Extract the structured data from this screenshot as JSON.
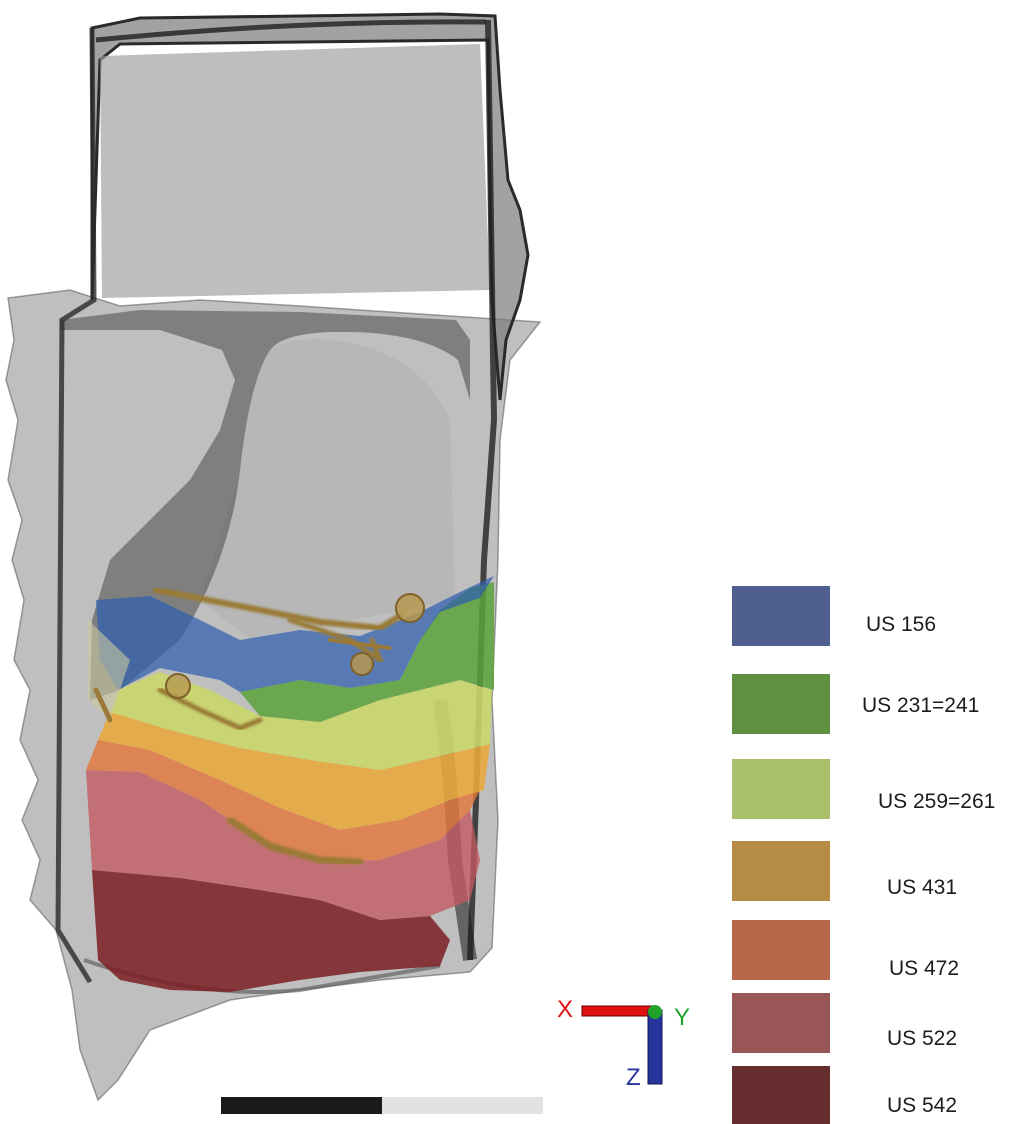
{
  "legend": {
    "items": [
      {
        "label": "US 156",
        "color": "#4f5f8f"
      },
      {
        "label": "US 231=241",
        "color": "#5f8f40"
      },
      {
        "label": "US 259=261",
        "color": "#a9bf6a"
      },
      {
        "label": "US 431",
        "color": "#b68b43"
      },
      {
        "label": "US 472",
        "color": "#b9674a"
      },
      {
        "label": "US 522",
        "color": "#985657"
      },
      {
        "label": "US 542",
        "color": "#662d2f"
      }
    ]
  },
  "axes": {
    "x": {
      "label": "X",
      "color": "#e01010"
    },
    "y": {
      "label": "Y",
      "color": "#21a32b"
    },
    "z": {
      "label": "Z",
      "color": "#26349c"
    }
  },
  "scale_bar": {
    "dark_color": "#1a1a1a",
    "light_color": "#e2e2e2"
  }
}
